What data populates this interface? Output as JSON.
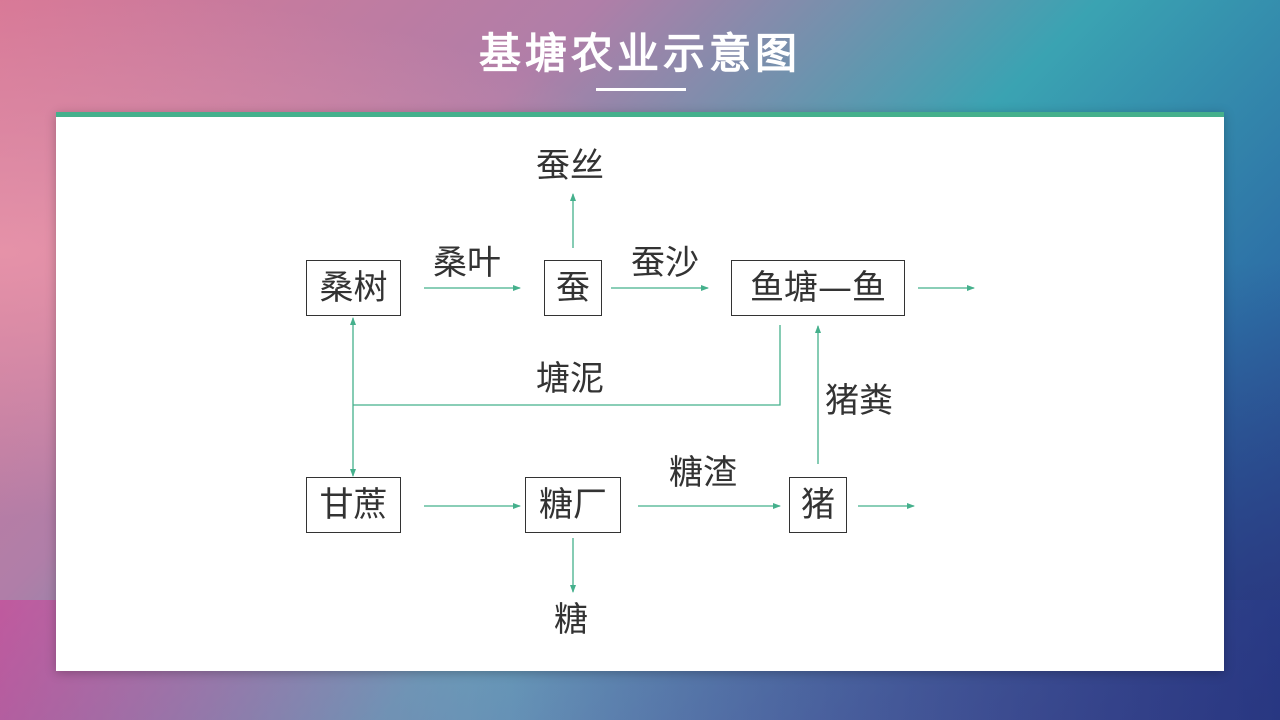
{
  "title": "基塘农业示意图",
  "colors": {
    "accent": "#45b08c",
    "arrow": "#45b08c",
    "text": "#333333",
    "panel": "#ffffff"
  },
  "diagram": {
    "nodes": {
      "mulberry": "桑树",
      "silkworm": "蚕",
      "fishpond": "鱼塘—鱼",
      "sugarcane": "甘蔗",
      "sugar_mill": "糖厂",
      "pig": "猪"
    },
    "labels": {
      "silk": "蚕丝",
      "mulberry_leaf": "桑叶",
      "silkworm_excrement": "蚕沙",
      "pond_mud": "塘泥",
      "pig_manure": "猪粪",
      "bagasse": "糖渣",
      "sugar": "糖"
    },
    "edges": [
      {
        "from": "桑树",
        "to": "蚕",
        "label": "桑叶"
      },
      {
        "from": "蚕",
        "to": "蚕丝",
        "label": ""
      },
      {
        "from": "蚕",
        "to": "鱼塘—鱼",
        "label": "蚕沙"
      },
      {
        "from": "鱼塘—鱼",
        "to": "",
        "label": ""
      },
      {
        "from": "鱼塘—鱼",
        "to": "桑树",
        "label": "塘泥"
      },
      {
        "from": "鱼塘—鱼",
        "to": "甘蔗",
        "label": "塘泥"
      },
      {
        "from": "甘蔗",
        "to": "糖厂",
        "label": ""
      },
      {
        "from": "糖厂",
        "to": "糖",
        "label": ""
      },
      {
        "from": "糖厂",
        "to": "猪",
        "label": "糖渣"
      },
      {
        "from": "猪",
        "to": "鱼塘—鱼",
        "label": "猪粪"
      },
      {
        "from": "猪",
        "to": "",
        "label": ""
      }
    ]
  }
}
